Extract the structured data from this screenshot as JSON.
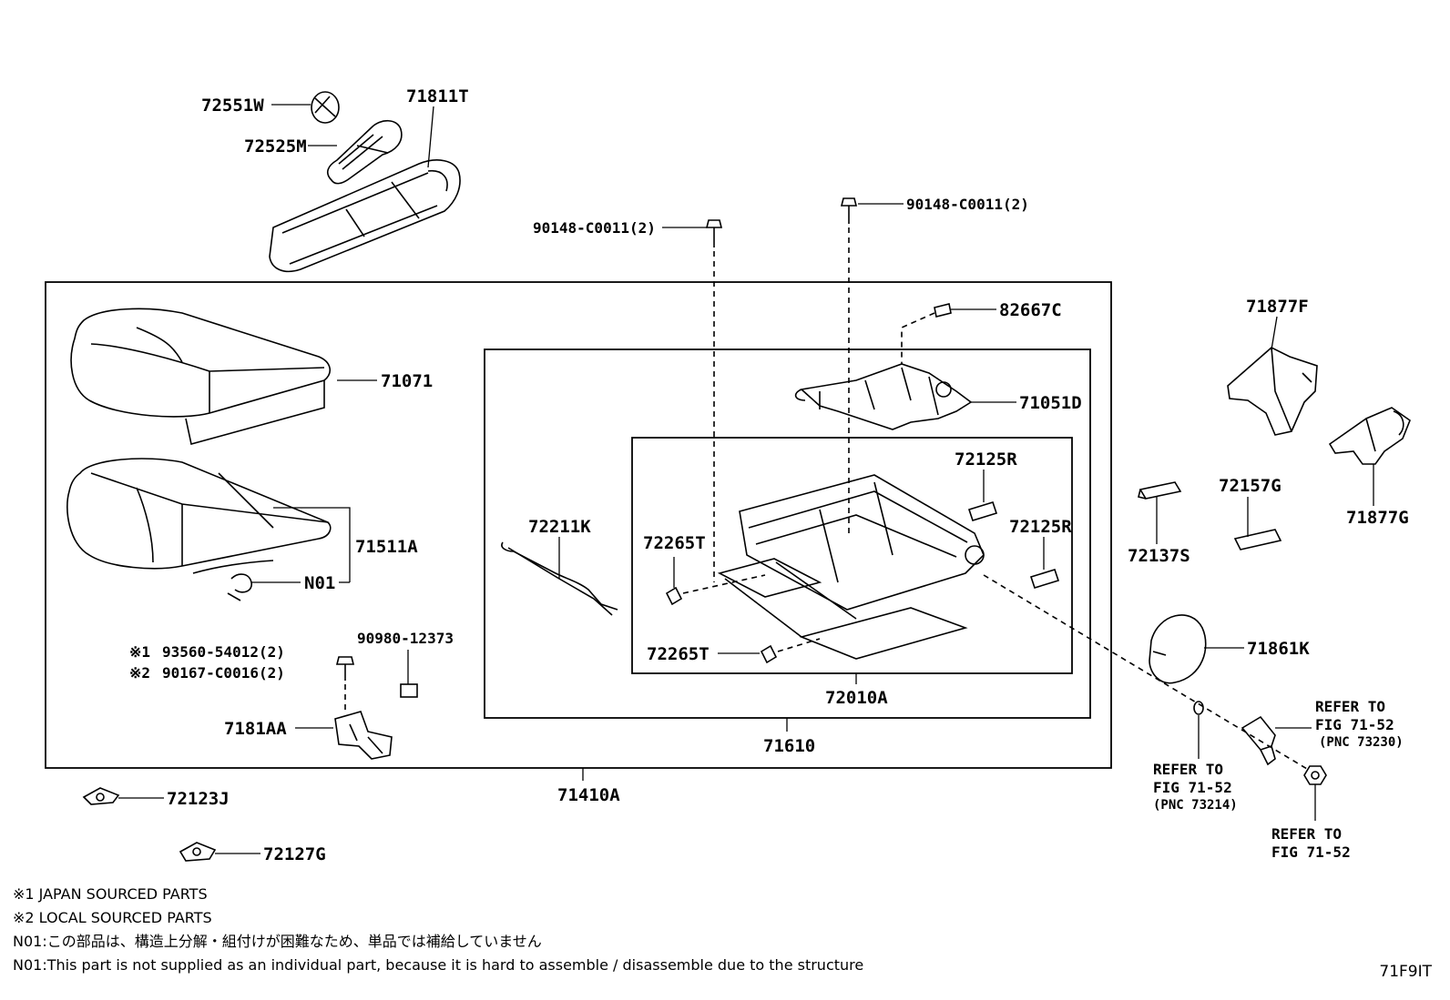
{
  "labels": {
    "p72551W": "72551W",
    "p71811T": "71811T",
    "p72525M": "72525M",
    "p90148a": "90148-C0011(2)",
    "p90148b": "90148-C0011(2)",
    "p82667C": "82667C",
    "p71071": "71071",
    "p71051D": "71051D",
    "p72125Ra": "72125R",
    "p72125Rb": "72125R",
    "p72211K": "72211K",
    "p72265Ta": "72265T",
    "p72265Tb": "72265T",
    "p71511A": "71511A",
    "pN01": "N01",
    "p93560": "93560-54012(2)",
    "p90167": "90167-C0016(2)",
    "p90980": "90980-12373",
    "p7181AA": "7181AA",
    "p72010A": "72010A",
    "p71610": "71610",
    "p71410A": "71410A",
    "p72123J": "72123J",
    "p72127G": "72127G",
    "p71877F": "71877F",
    "p71877G": "71877G",
    "p72137S": "72137S",
    "p72157G": "72157G",
    "p71861K": "71861K",
    "mark1": "※1",
    "mark2": "※2",
    "ref1_l1": "REFER TO",
    "ref1_l2": "FIG 71-52",
    "ref1_l3": "(PNC 73230)",
    "ref2_l1": "REFER TO",
    "ref2_l2": "FIG 71-52",
    "ref2_l3": "(PNC 73214)",
    "ref3_l1": "REFER TO",
    "ref3_l2": "FIG 71-52"
  },
  "notes": {
    "n1": "※1 JAPAN SOURCED PARTS",
    "n2": "※2 LOCAL SOURCED PARTS",
    "n3": "N01:この部品は、構造上分解・組付けが困難なため、単品では補給していません",
    "n4": "N01:This part is not supplied as an individual part, because it is hard to assemble / disassemble due to the structure"
  },
  "figure_id": "71F9IT"
}
